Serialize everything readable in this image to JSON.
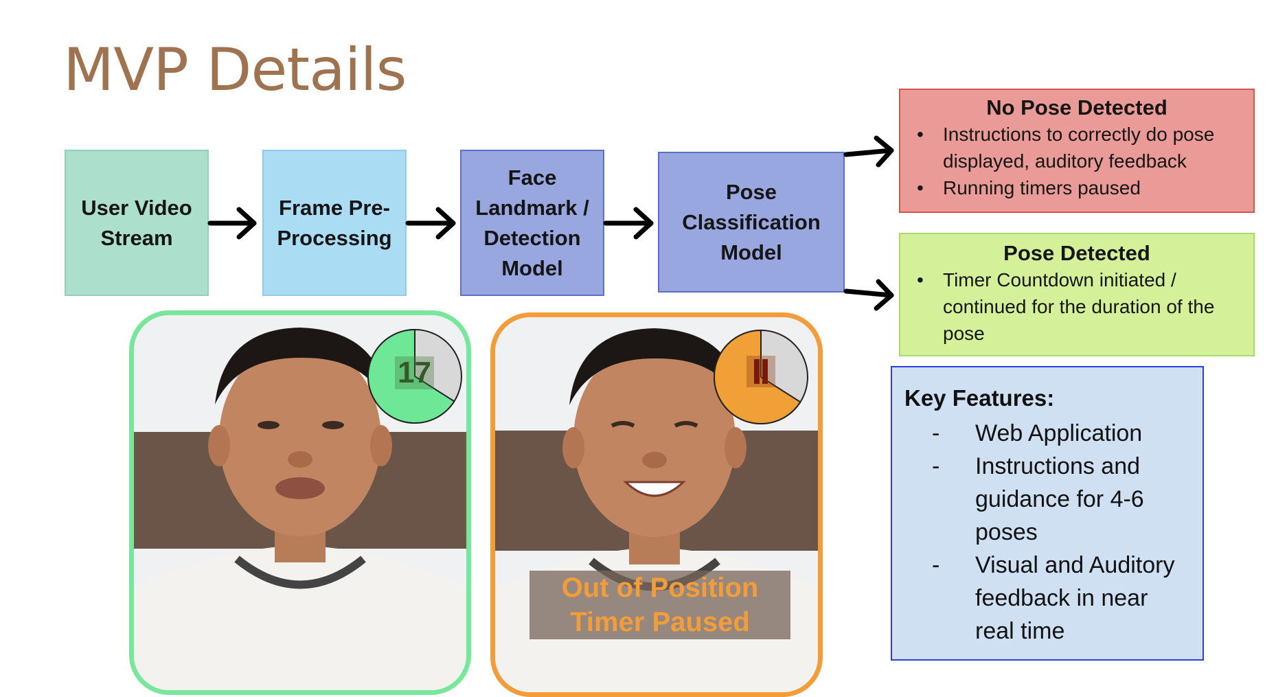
{
  "title": "MVP Details",
  "pipeline": [
    {
      "line1": "User Video",
      "line2": "Stream",
      "line3": "",
      "line4": ""
    },
    {
      "line1": "Frame Pre-",
      "line2": "Processing",
      "line3": "",
      "line4": ""
    },
    {
      "line1": "Face",
      "line2": "Landmark /",
      "line3": "Detection",
      "line4": "Model"
    },
    {
      "line1": "Pose",
      "line2": "Classification",
      "line3": "Model",
      "line4": ""
    }
  ],
  "outcomes": {
    "no_pose": {
      "heading": "No Pose Detected",
      "bullets": [
        "Instructions to correctly do pose displayed, auditory feedback",
        "Running timers paused"
      ]
    },
    "pose": {
      "heading": "Pose Detected",
      "bullets": [
        "Timer Countdown initiated / continued for the duration of the pose"
      ]
    }
  },
  "videos": {
    "active": {
      "timer_value": "17",
      "border_color": "#78e79c",
      "pie_fill_color": "#6ee796",
      "progress_fraction": 0.66
    },
    "paused": {
      "overlay_line1": "Out of Position",
      "overlay_line2": "Timer Paused",
      "border_color": "#f29c3a",
      "pie_fill_color": "#f0a037",
      "progress_fraction": 0.66,
      "icon": "pause-icon"
    }
  },
  "key_features": {
    "heading": "Key Features:",
    "items": [
      "Web Application",
      "Instructions and guidance for 4-6 poses",
      "Visual and Auditory feedback in near real time"
    ]
  }
}
